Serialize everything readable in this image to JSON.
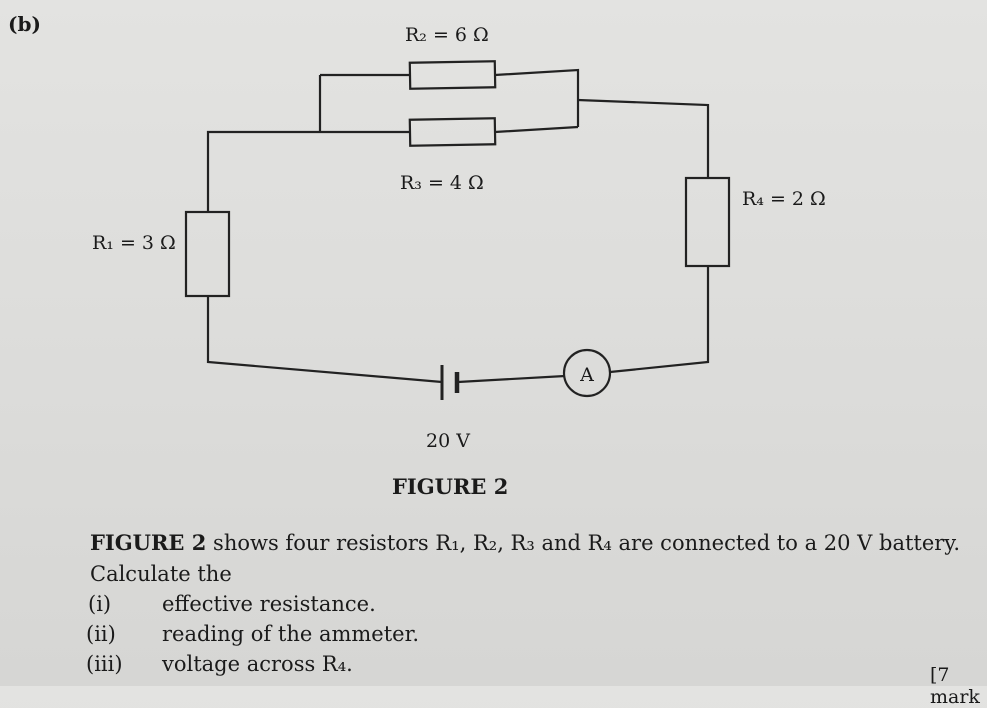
{
  "part_label": "(b)",
  "circuit": {
    "r1_label": "R₁ = 3 Ω",
    "r2_label": "R₂ = 6 Ω",
    "r3_label": "R₃ = 4 Ω",
    "r4_label": "R₄ = 2 Ω",
    "battery_label": "20 V",
    "ammeter_symbol": "A",
    "figure_title": "FIGURE 2"
  },
  "question": {
    "fig_ref": "FIGURE 2",
    "intro_rest": " shows four resistors R₁, R₂, R₃ and R₄ are connected to a 20 V battery.",
    "calculate": "Calculate the",
    "items": [
      {
        "num": "(i)",
        "text": "effective resistance."
      },
      {
        "num": "(ii)",
        "text": "reading of the ammeter."
      },
      {
        "num": "(iii)",
        "text": "voltage across R₄."
      }
    ],
    "marks": "[7 mark"
  }
}
